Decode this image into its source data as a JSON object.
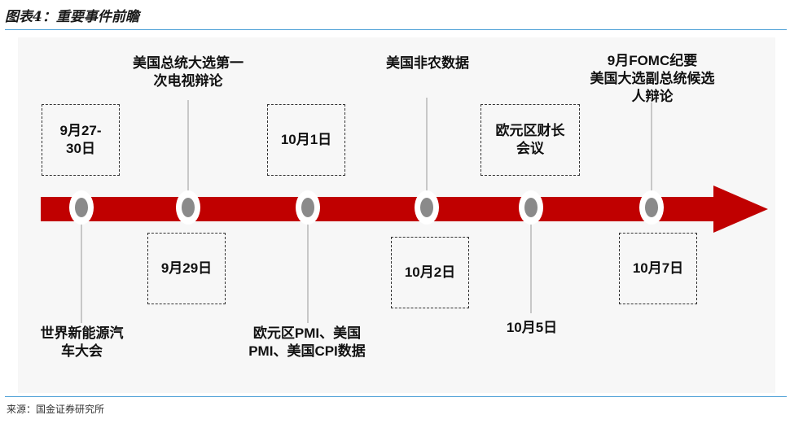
{
  "title": "图表4：重要事件前瞻",
  "source": "来源：国金证券研究所",
  "colors": {
    "arrow": "#c00000",
    "node": "#8a8a8a",
    "accent": "#4a9fd6"
  },
  "events": {
    "e1": {
      "date": "9月27-\n30日",
      "event": "世界新能源汽\n车大会"
    },
    "e2": {
      "date": "9月29日",
      "event": "美国总统大选第一\n次电视辩论"
    },
    "e3": {
      "date": "10月1日",
      "event": "欧元区PMI、美国\nPMI、美国CPI数据"
    },
    "e4": {
      "date": "10月2日",
      "event": "美国非农数据"
    },
    "e5": {
      "date": "10月5日",
      "event": "欧元区财长\n会议"
    },
    "e6": {
      "date": "10月7日",
      "event": "9月FOMC纪要\n美国大选副总统候选\n人辩论"
    }
  }
}
